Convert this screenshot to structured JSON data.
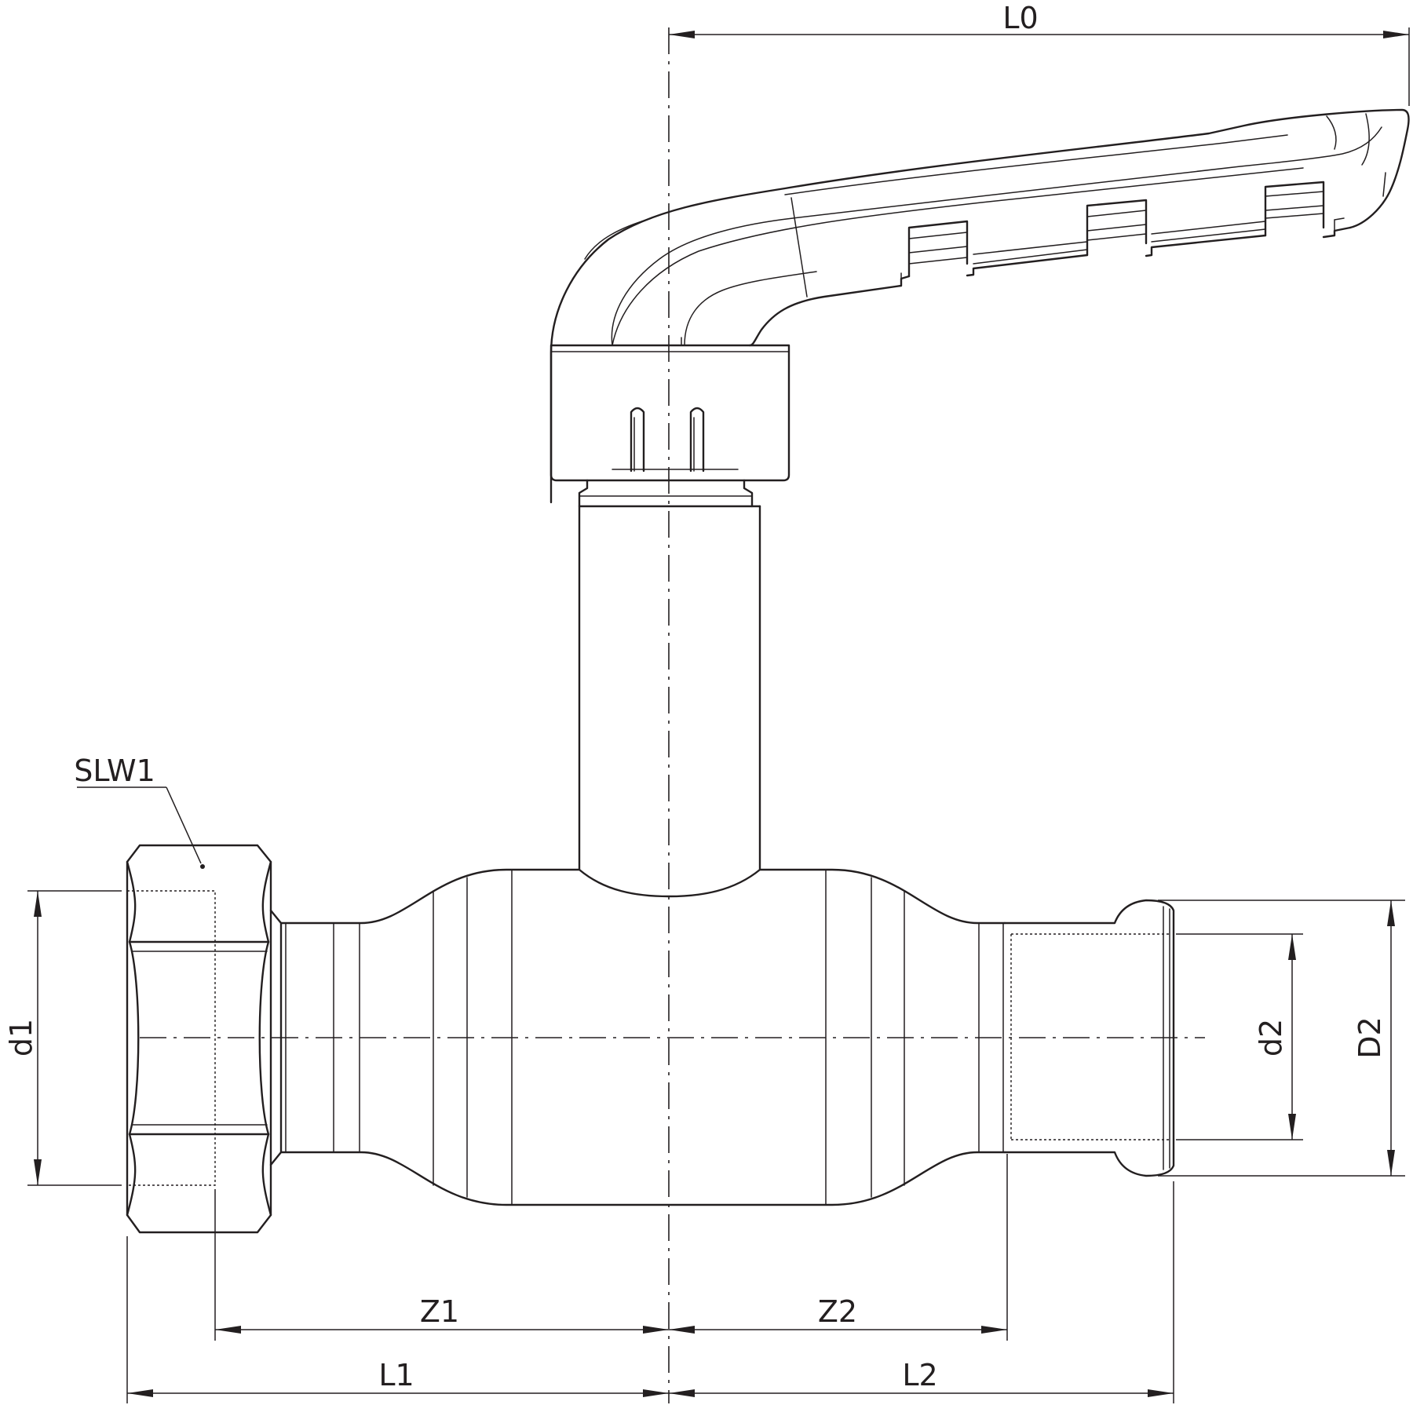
{
  "labels": {
    "L0": "L0",
    "L1": "L1",
    "L2": "L2",
    "Z1": "Z1",
    "Z2": "Z2",
    "d1": "d1",
    "d2": "d2",
    "D2": "D2",
    "SLW1": "SLW1"
  },
  "colors": {
    "line": "#231f20",
    "background": "#ffffff"
  }
}
